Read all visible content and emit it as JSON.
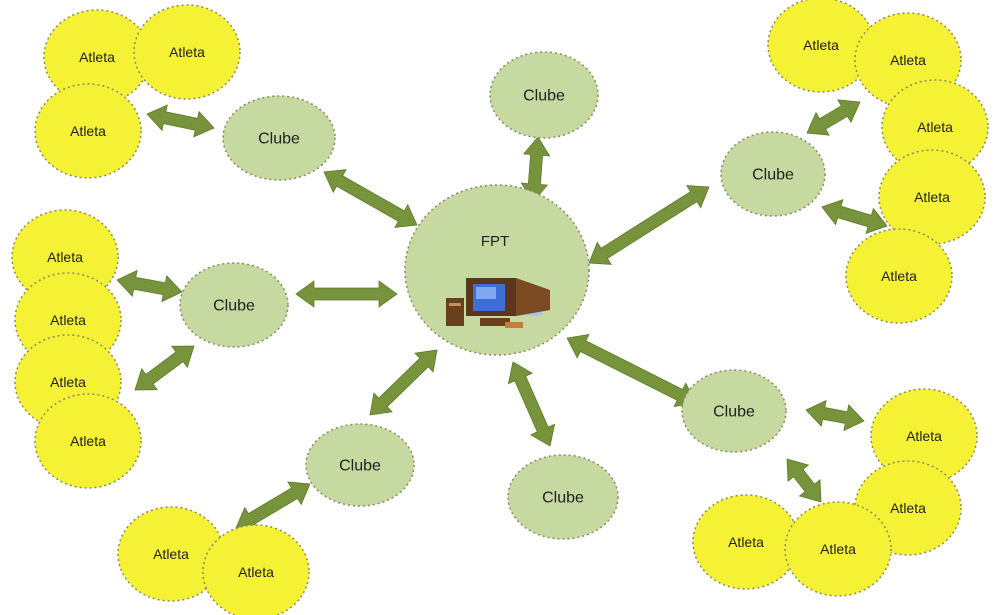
{
  "diagram": {
    "center_label": "FPT",
    "computer_icon": "computer-icon",
    "colors": {
      "club_fill": "#c6d9a0",
      "athlete_fill": "#f5f235",
      "arrow_fill": "#77933c",
      "border": "#8a8a60"
    },
    "clubs": [
      {
        "id": "tl",
        "label": "Clube",
        "athletes": [
          "Atleta",
          "Atleta",
          "Atleta"
        ]
      },
      {
        "id": "top",
        "label": "Clube",
        "athletes": []
      },
      {
        "id": "tr",
        "label": "Clube",
        "athletes": [
          "Atleta",
          "Atleta",
          "Atleta",
          "Atleta",
          "Atleta"
        ]
      },
      {
        "id": "ml",
        "label": "Clube",
        "athletes": [
          "Atleta",
          "Atleta",
          "Atleta",
          "Atleta"
        ]
      },
      {
        "id": "br",
        "label": "Clube",
        "athletes": [
          "Atleta",
          "Atleta",
          "Atleta",
          "Atleta"
        ]
      },
      {
        "id": "bl",
        "label": "Clube",
        "athletes": [
          "Atleta",
          "Atleta"
        ]
      },
      {
        "id": "bc",
        "label": "Clube",
        "athletes": []
      }
    ]
  }
}
